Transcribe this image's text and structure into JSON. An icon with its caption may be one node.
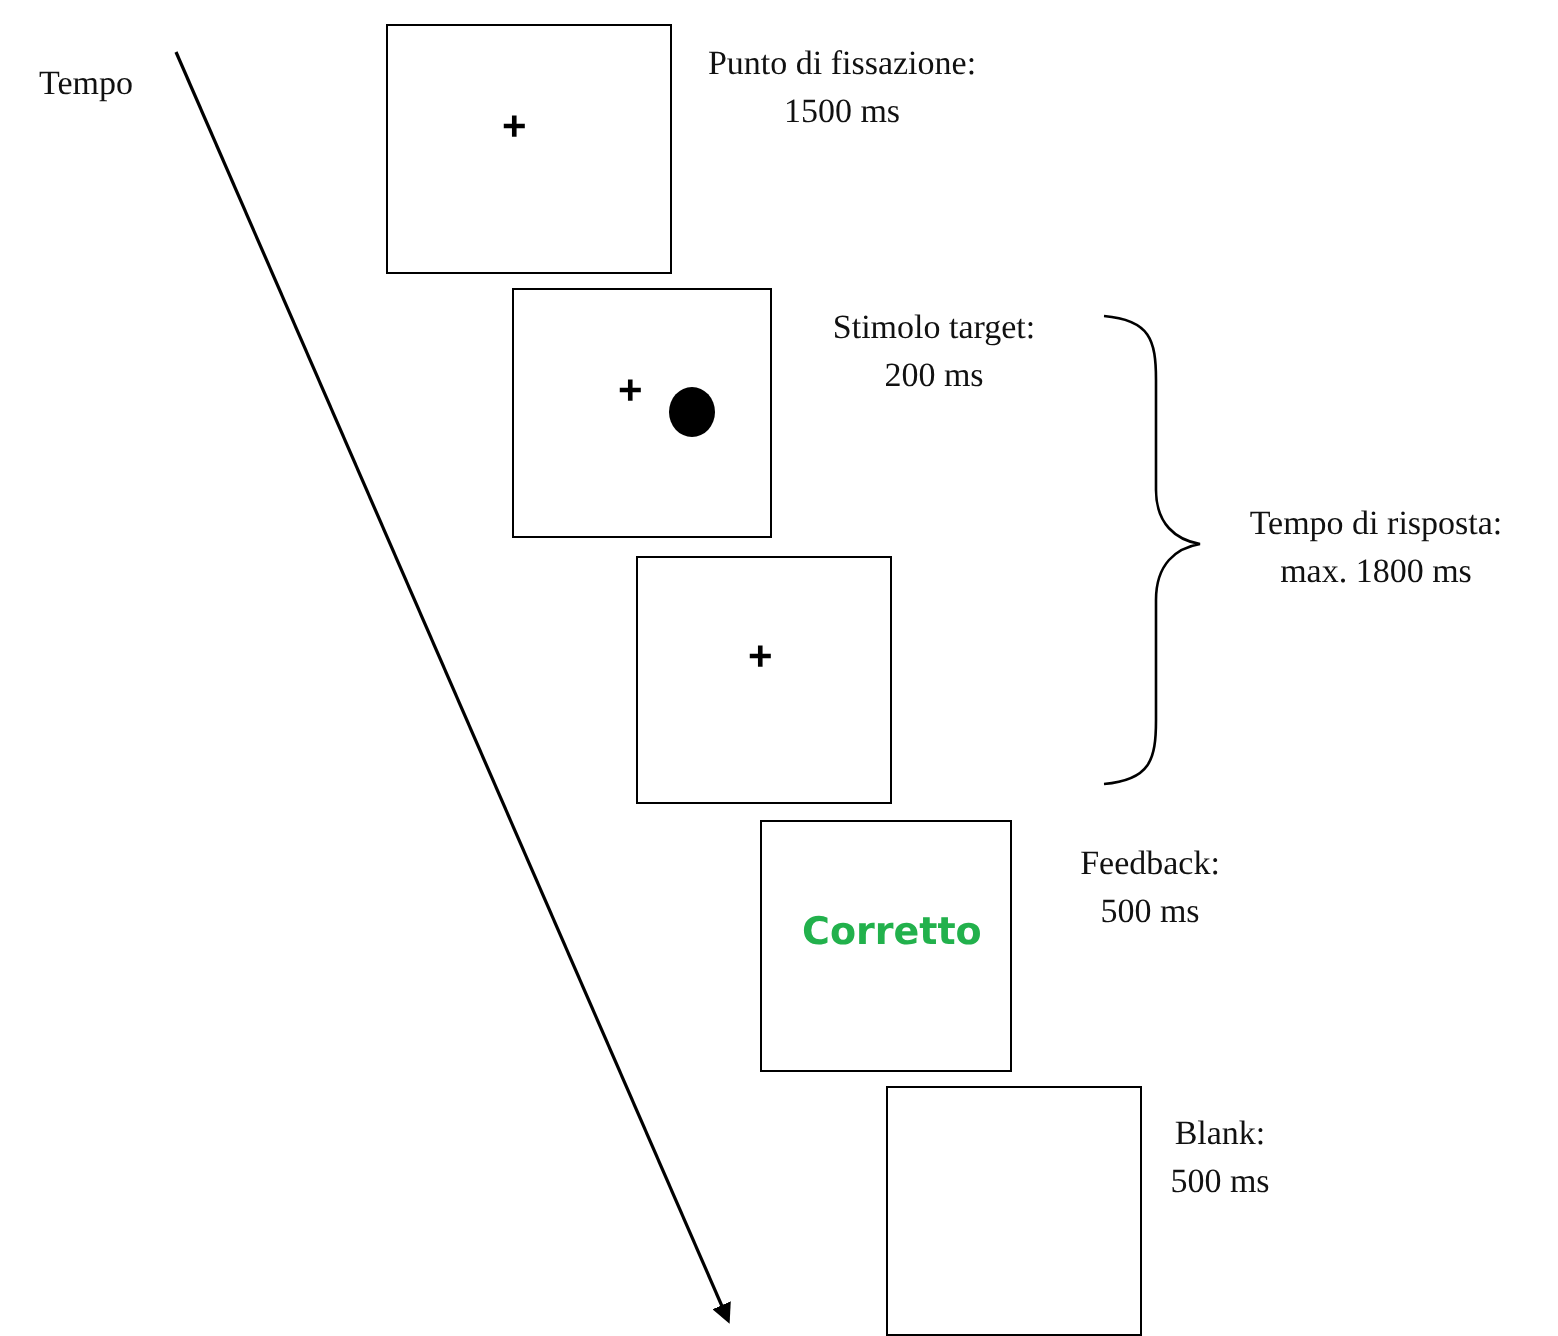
{
  "diagram": {
    "nodes": [
      {
        "text": [
          "+"
        ],
        "beside": [
          "Punto di fissazione: 1500 ms"
        ]
      },
      {
        "text": [
          "+"
        ],
        "beside": [
          "Stimolo target: 200 ms"
        ]
      },
      {
        "text": [
          "+"
        ]
      },
      {
        "text": [
          "Corretto"
        ],
        "beside": [
          "Feedback: 500 ms"
        ]
      },
      {
        "text": [],
        "shape": "box",
        "beside": [
          "Blank: 500 ms"
        ]
      }
    ],
    "edges": [],
    "labels": [
      "Tempo",
      "Tempo di risposta: max. 1800 ms"
    ]
  }
}
